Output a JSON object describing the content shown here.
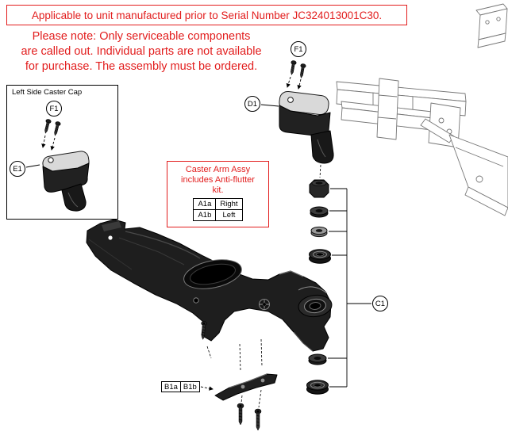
{
  "colors": {
    "accent_red": "#e21d1d",
    "part_dark": "#1e1e1e"
  },
  "header": {
    "serial_notice": "Applicable to unit manufactured prior to Serial Number JC324013001C30."
  },
  "service_note": {
    "lines": [
      "Please note: Only serviceable components",
      "are called out. Individual parts are not available",
      "for purchase. The assembly must be ordered."
    ]
  },
  "inset": {
    "title": "Left Side Caster Cap"
  },
  "caster_arm_note": {
    "lines": [
      "Caster Arm Assy",
      "includes Anti-flutter",
      "kit."
    ],
    "table": [
      {
        "ref": "A1a",
        "side": "Right"
      },
      {
        "ref": "A1b",
        "side": "Left"
      }
    ]
  },
  "callouts": {
    "f1": "F1",
    "e1": "E1",
    "d1": "D1",
    "c1": "C1",
    "b1a": "B1a",
    "b1b": "B1b"
  }
}
